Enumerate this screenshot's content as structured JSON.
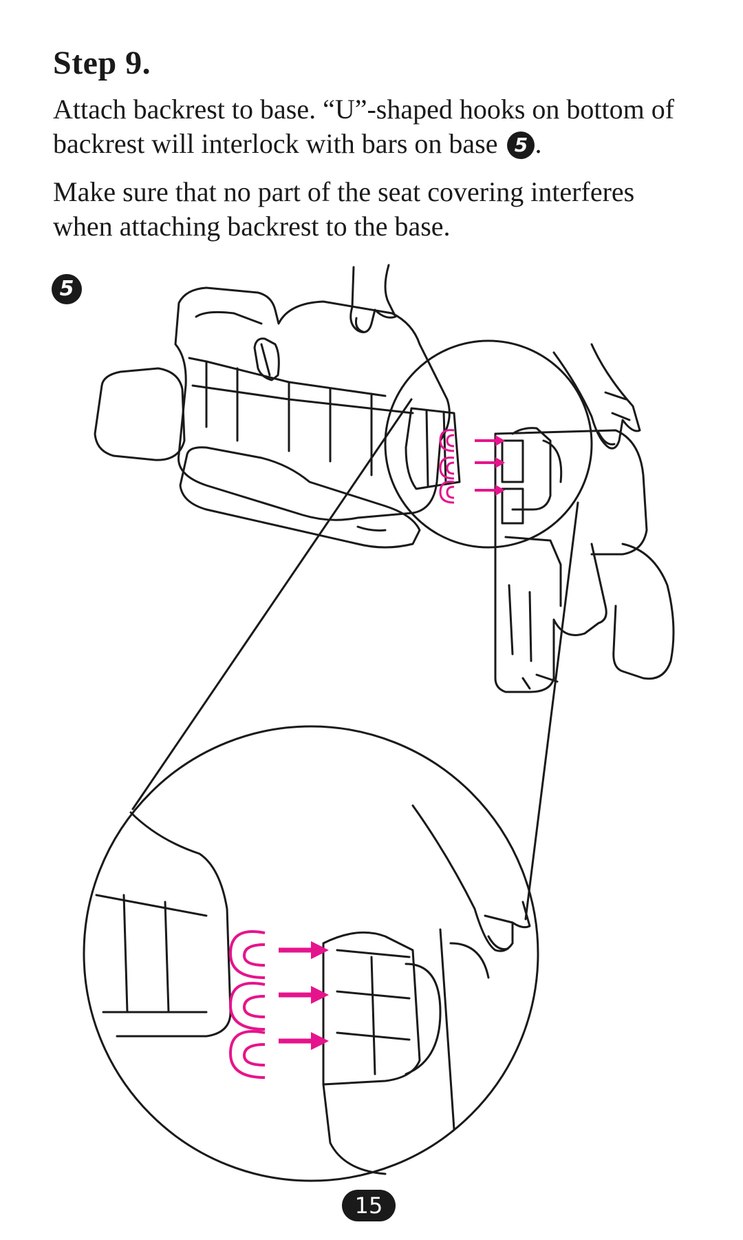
{
  "step": {
    "heading": "Step 9.",
    "instruction_1": "Attach backrest to base. “U”-shaped hooks on bottom of backrest will interlock with bars on base",
    "instruction_1_ref": "5",
    "instruction_1_end": ".",
    "instruction_2": "Make sure that no part of the seat covering interferes when attaching backrest to the base."
  },
  "figure": {
    "label": "5",
    "accent_color": "#e6148c",
    "line_color": "#1a1a1a"
  },
  "page": {
    "number": "15"
  }
}
